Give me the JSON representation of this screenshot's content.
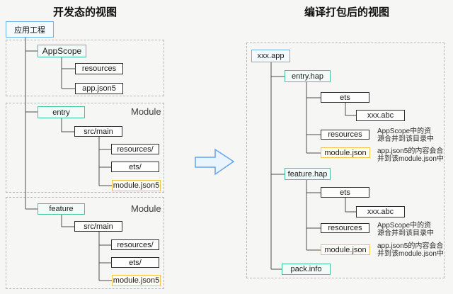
{
  "page": {
    "title_left": "开发态的视图",
    "title_right": "编译打包后的视图"
  },
  "dev": {
    "root": "应用工程",
    "appscope": {
      "head": "AppScope",
      "children": [
        "resources",
        "app.json5"
      ]
    },
    "entry": {
      "module_label": "Module",
      "head": "entry",
      "src": "src/main",
      "children": [
        "resources/",
        "ets/",
        "module.json5"
      ]
    },
    "feature": {
      "module_label": "Module",
      "head": "feature",
      "src": "src/main",
      "children": [
        "resources/",
        "ets/",
        "module.json5"
      ]
    }
  },
  "build": {
    "root": "xxx.app",
    "entry_hap": {
      "head": "entry.hap",
      "ets": "ets",
      "abc": "xxx.abc",
      "resources": "resources",
      "module": "module.json"
    },
    "feature_hap": {
      "head": "feature.hap",
      "ets": "ets",
      "abc": "xxx.abc",
      "resources": "resources",
      "module": "module.json"
    },
    "pack": "pack.info",
    "annotations": {
      "resources_l1": "AppScope中的资",
      "resources_l2": "源合并到该目录中",
      "module_l1": "app.json5的内容会合",
      "module_l2": "并到该module.json中"
    }
  },
  "colors": {
    "accent_blue": "#6fb1f0",
    "accent_green": "#43c1a2",
    "accent_yellow": "#f2c24a",
    "line": "#4d4d4d",
    "arrow_fill": "#e9f4fd",
    "arrow_stroke": "#64a4e8"
  }
}
